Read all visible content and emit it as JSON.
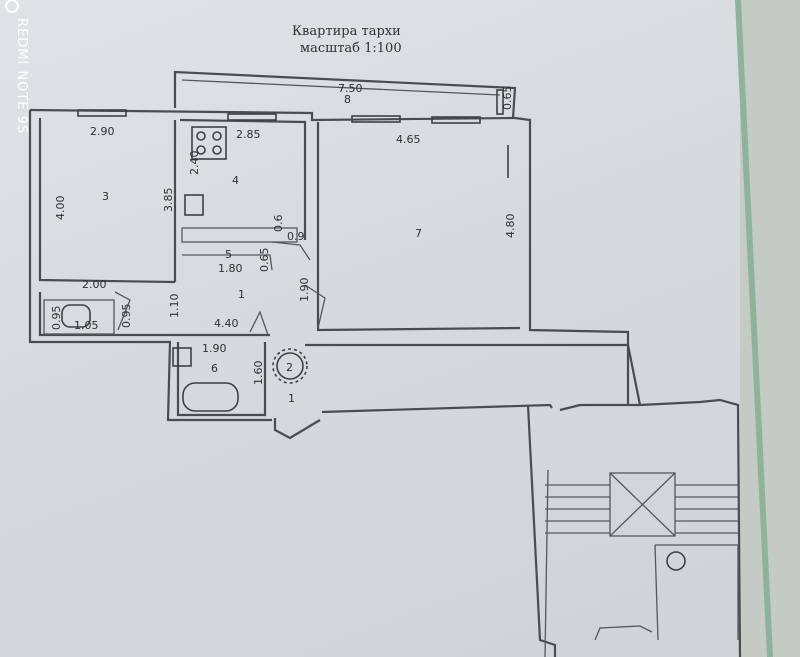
{
  "watermark": "REDMI NOTE 9S",
  "title": "Квартира тархи",
  "scale": "масштаб 1:100",
  "rooms": [
    "1",
    "1",
    "2",
    "3",
    "4",
    "5",
    "6",
    "7",
    "8"
  ],
  "dimensions": [
    "7.50",
    "0.65",
    "2.90",
    "2.85",
    "4.65",
    "4.00",
    "3.85",
    "2.40",
    "4.80",
    "0.6",
    "0.9",
    "0.65",
    "1.80",
    "2.00",
    "0.95",
    "0.95",
    "1.05",
    "1.10",
    "1.90",
    "4.40",
    "1.90",
    "1.60"
  ]
}
